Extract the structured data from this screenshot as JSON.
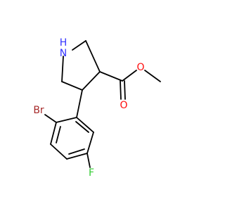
{
  "colors": {
    "background": "#ffffff",
    "bond": "#000000",
    "nitrogen": "#3333ff",
    "oxygen": "#ff0d0d",
    "bromine": "#a62929",
    "fluorine": "#33cc33",
    "hydrogen": "#3333ff"
  },
  "atoms": {
    "nitrogen": "N",
    "hydrogen": "H",
    "oxygen_ester": "O",
    "oxygen_carbonyl": "O",
    "bromine": "Br",
    "fluorine": "F"
  }
}
